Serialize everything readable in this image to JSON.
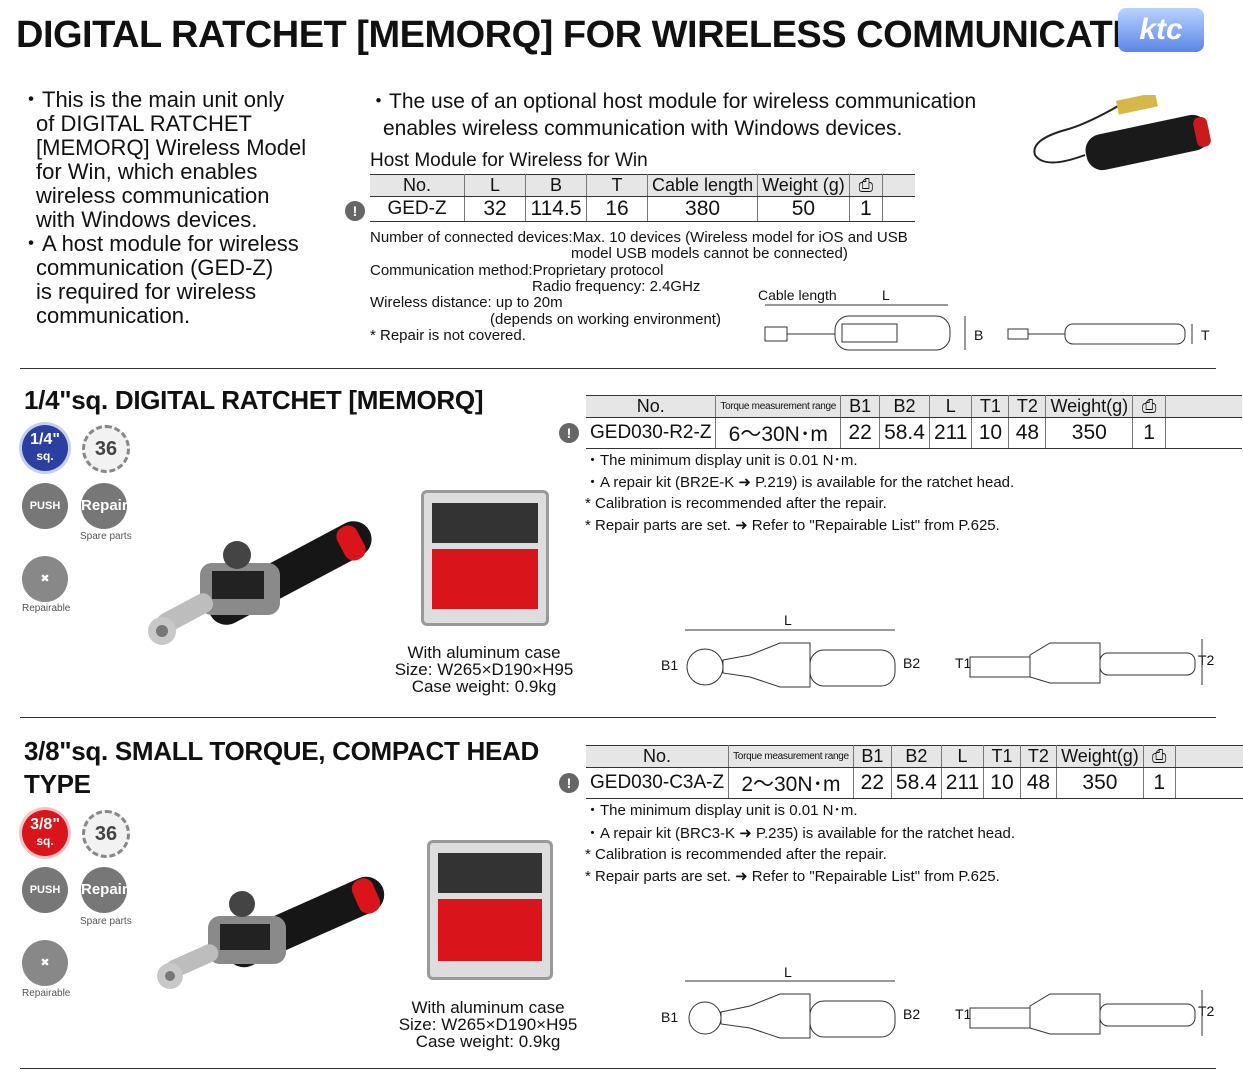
{
  "title": "DIGITAL RATCHET [MEMORQ] FOR WIRELESS COMMUNICATION",
  "intro_left": [
    "・This is the main unit only",
    "of DIGITAL RATCHET",
    "[MEMORQ] Wireless Model",
    "for Win, which enables",
    "wireless communication",
    "with Windows devices.",
    "・A host module for wireless",
    "communication (GED-Z)",
    "is required for wireless",
    "communication."
  ],
  "intro_right": [
    "・The use of an optional host module for wireless communication",
    "enables wireless communication with Windows devices."
  ],
  "host_module": {
    "heading": "Host Module for Wireless for Win",
    "headers": [
      "No.",
      "L",
      "B",
      "T",
      "Cable length",
      "Weight (g)",
      "⎙"
    ],
    "row": [
      "GED-Z",
      "32",
      "114.5",
      "16",
      "380",
      "50",
      "1"
    ],
    "specs": [
      "Number of connected devices:Max. 10 devices (Wireless model for iOS and USB",
      "model USB models cannot be connected)",
      "Communication method:Proprietary protocol",
      "Radio frequency: 2.4GHz",
      "Wireless distance: up to 20m",
      "(depends on working environment)",
      "* Repair is not covered."
    ],
    "dim_labels": [
      "Cable length",
      "L",
      "B",
      "T"
    ]
  },
  "sections": [
    {
      "title_lines": [
        "1/4\"sq. DIGITAL RATCHET [MEMORQ]"
      ],
      "size_badge": [
        "1/4\"",
        "sq."
      ],
      "size_badge_color": "#2b3f9e",
      "gear_label": "36",
      "push_label": "PUSH",
      "repair_label": "Repair",
      "spare_label": "Spare parts",
      "repairable_label": "Repairable",
      "headers": [
        "No.",
        "Torque measurement range",
        "B1",
        "B2",
        "L",
        "T1",
        "T2",
        "Weight(g)",
        "⎙"
      ],
      "row": [
        "GED030-R2-Z",
        "6～30N･m",
        "22",
        "58.4",
        "211",
        "10",
        "48",
        "350",
        "1"
      ],
      "notes": [
        "・The minimum display unit is 0.01 N･m.",
        "・A repair kit (BR2E-K ➜ P.219) is available for the ratchet head.",
        "* Calibration is recommended after the repair.",
        "* Repair parts are set. ➜ Refer to \"Repairable List\" from P.625."
      ],
      "case_caption": [
        "With aluminum case",
        "Size: W265×D190×H95",
        "Case weight: 0.9kg"
      ],
      "dims": [
        "L",
        "B1",
        "B2",
        "T1",
        "T2"
      ]
    },
    {
      "title_lines": [
        "3/8\"sq. SMALL TORQUE, COMPACT HEAD",
        "TYPE"
      ],
      "size_badge": [
        "3/8\"",
        "sq."
      ],
      "size_badge_color": "#d9141b",
      "gear_label": "36",
      "push_label": "PUSH",
      "repair_label": "Repair",
      "spare_label": "Spare parts",
      "repairable_label": "Repairable",
      "headers": [
        "No.",
        "Torque measurement range",
        "B1",
        "B2",
        "L",
        "T1",
        "T2",
        "Weight(g)",
        "⎙"
      ],
      "row": [
        "GED030-C3A-Z",
        "2～30N･m",
        "22",
        "58.4",
        "211",
        "10",
        "48",
        "350",
        "1"
      ],
      "notes": [
        "・The minimum display unit is 0.01 N･m.",
        "・A repair kit (BRC3-K ➜ P.235) is available for the ratchet head.",
        "* Calibration is recommended after the repair.",
        "* Repair parts are set. ➜ Refer to \"Repairable List\" from P.625."
      ],
      "case_caption": [
        "With aluminum case",
        "Size: W265×D190×H95",
        "Case weight: 0.9kg"
      ],
      "dims": [
        "L",
        "B1",
        "B2",
        "T1",
        "T2"
      ]
    }
  ],
  "logo_text": "KTC",
  "colors": {
    "accent_red": "#d9141b",
    "accent_blue": "#2b3f9e",
    "header_grey": "#e6e6e6"
  }
}
